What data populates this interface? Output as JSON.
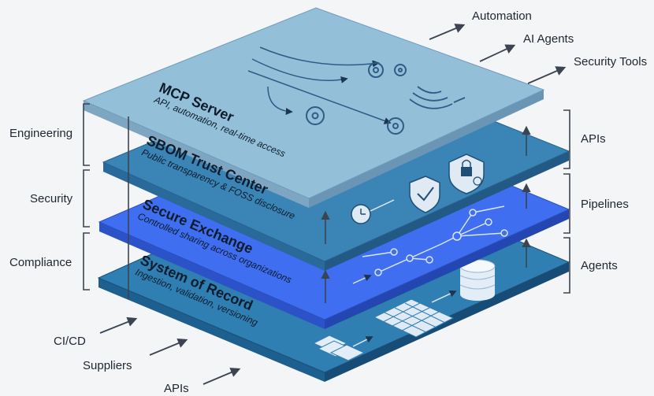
{
  "layers": [
    {
      "title": "MCP Server",
      "subtitle": "API, automation, real-time access"
    },
    {
      "title": "SBOM Trust Center",
      "subtitle": "Public transparency & FOSS disclosure"
    },
    {
      "title": "Secure Exchange",
      "subtitle": "Controlled sharing across organizations"
    },
    {
      "title": "System of Record",
      "subtitle": "Ingestion, validation, versioning"
    }
  ],
  "left_labels": [
    "Engineering",
    "Security",
    "Compliance"
  ],
  "right_labels": [
    "APIs",
    "Pipelines",
    "Agents"
  ],
  "outputs": [
    "Automation",
    "AI Agents",
    "Security Tools"
  ],
  "inputs": [
    "CI/CD",
    "Suppliers",
    "APIs"
  ],
  "colors": {
    "mcp_layer": "#93bfd9",
    "sbom_layer": "#3a84b6",
    "exchange_layer": "#3f6ef0",
    "record_layer": "#2f7fb3",
    "arrow": "#3b4450"
  }
}
